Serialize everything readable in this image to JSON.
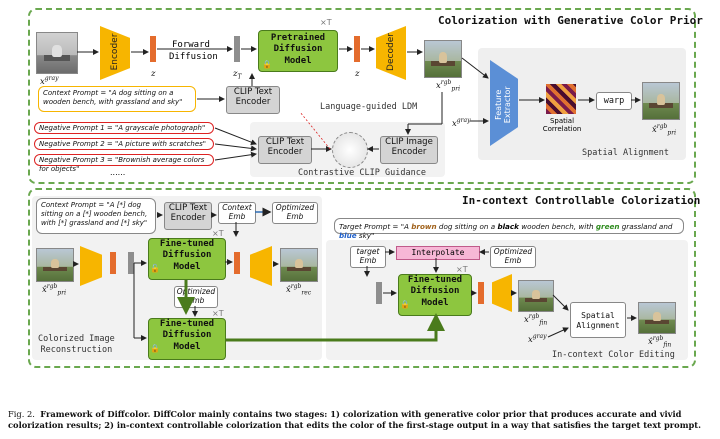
{
  "top": {
    "title": "Colorization with Generative Color Prior",
    "sub_ldm": "Language-guided LDM",
    "sub_clip": "Contrastive CLIP Guidance",
    "sub_spatial": "Spatial Alignment",
    "encoder": "Encoder",
    "decoder": "Decoder",
    "forward": "Forward",
    "diffusion": "Diffusion",
    "pretrained": "Pretrained\nDiffusion\nModel",
    "times_t": "×T",
    "z": "z",
    "z_t": "z",
    "z_t_sub": "T",
    "z2": "z",
    "x_gray": "x",
    "x_gray_sup": "gray",
    "x_pri": "x",
    "x_pri_sup": "rgb",
    "x_pri_sub": "pri",
    "context_prompt": "Context Prompt = \"A dog sitting on a wooden bench, with grassland and sky\"",
    "clip_text": "CLIP Text\nEncoder",
    "neg1": "Negative Prompt 1 = \"A grayscale photograph\"",
    "neg2": "Negative Prompt 2 = \"A picture with scratches\"",
    "neg3": "Negative Prompt 3 = \"Brownish average colors for objects\"",
    "dots": "......",
    "clip_text2": "CLIP Text\nEncoder",
    "clip_image": "CLIP Image\nEncoder",
    "feature_extractor": "Feature\nExtractor",
    "spatial_corr": "Spatial\nCorrelation",
    "warp": "warp",
    "x_gray2": "x",
    "x_gray2_sup": "gray",
    "xhat_pri": "x̂",
    "xhat_pri_sup": "rgb",
    "xhat_pri_sub": "pri"
  },
  "bottom": {
    "title": "In-context Controllable Colorization",
    "sub_recon": "Colorized Image\nReconstruction",
    "sub_edit": "In-context Color Editing",
    "context_prompt": "Context Prompt = \"A [*] dog sitting on a [*] wooden bench, with [*] grassland and [*] sky\"",
    "clip_text": "CLIP Text\nEncoder",
    "context_emb": "Context\nEmb",
    "optimized_emb": "Optimized\nEmb",
    "finetuned": "Fine-tuned\nDiffusion\nModel",
    "optimized_emb2": "Optimized\nEmb",
    "times_t": "×T",
    "xhat_pri": "x̂",
    "xhat_pri_sup": "rgb",
    "xhat_pri_sub": "pri",
    "xhat_rec": "x̂",
    "xhat_rec_sup": "rgb",
    "xhat_rec_sub": "rec",
    "target_prompt_pre": "Target Prompt = \"A ",
    "w_brown": "brown",
    "target_mid1": " dog sitting on a ",
    "w_black": "black",
    "target_mid2": " wooden bench, with ",
    "w_green": "green",
    "target_mid3": " grassland and ",
    "w_blue": "blue",
    "target_end": " sky\"",
    "interpolate": "Interpolate",
    "target_emb": "target\nEmb",
    "optimized_emb3": "Optimized\nEmb",
    "finetuned3": "Fine-tuned\nDiffusion\nModel",
    "x_fin": "x",
    "x_fin_sup": "rgb",
    "x_fin_sub": "fin",
    "x_gray": "x",
    "x_gray_sup": "gray",
    "spatial_align": "Spatial\nAlignment",
    "xhat_fin": "x̂",
    "xhat_fin_sup": "rgb",
    "xhat_fin_sub": "fin"
  },
  "caption": {
    "fig": "Fig. 2.",
    "bold": "Framework of Diffcolor. DiffColor mainly contains two stages: 1) colorization with generative color prior that produces accurate and vivid colorization results; 2) in-context controllable colorization that edits the color of the first-stage output in a way that satisfies the target text prompt."
  },
  "colors": {
    "green_border": "#6aa84f",
    "model_green": "#8dc63f",
    "trapezoid": "#f7b500",
    "latent": "#e46c2d",
    "brown": "#a0611a",
    "green_word": "#2e8b1e",
    "blue_word": "#1f5fc8",
    "interpolate": "#f7b7d6"
  }
}
